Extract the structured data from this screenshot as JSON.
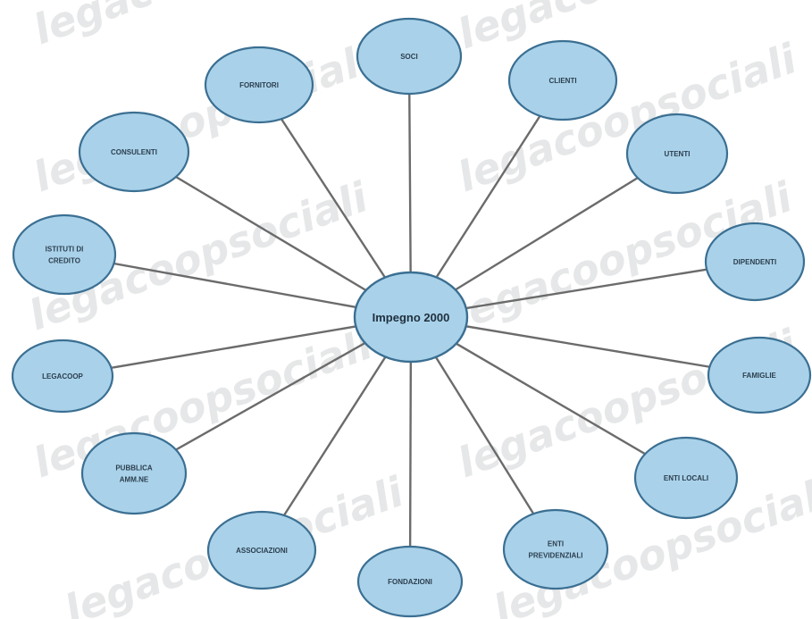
{
  "watermark": {
    "text": "legacoopsociali"
  },
  "diagram": {
    "center": {
      "label": "Impegno 2000"
    },
    "nodes": [
      {
        "id": "soci",
        "lines": [
          "SOCI"
        ]
      },
      {
        "id": "clienti",
        "lines": [
          "CLIENTI"
        ]
      },
      {
        "id": "utenti",
        "lines": [
          "UTENTI"
        ]
      },
      {
        "id": "dipendenti",
        "lines": [
          "DIPENDENTI"
        ]
      },
      {
        "id": "famiglie",
        "lines": [
          "FAMIGLIE"
        ]
      },
      {
        "id": "enti-locali",
        "lines": [
          "ENTI LOCALI"
        ]
      },
      {
        "id": "enti-previdenziali",
        "lines": [
          "ENTI",
          "PREVIDENZIALI"
        ]
      },
      {
        "id": "fondazioni",
        "lines": [
          "FONDAZIONI"
        ]
      },
      {
        "id": "associazioni",
        "lines": [
          "ASSOCIAZIONI"
        ]
      },
      {
        "id": "pubblica-amm-ne",
        "lines": [
          "PUBBLICA",
          "AMM.NE"
        ]
      },
      {
        "id": "legacoop",
        "lines": [
          "LEGACOOP"
        ]
      },
      {
        "id": "istituti-di-credito",
        "lines": [
          "ISTITUTI DI",
          "CREDITO"
        ]
      },
      {
        "id": "consulenti",
        "lines": [
          "CONSULENTI"
        ]
      },
      {
        "id": "fornitori",
        "lines": [
          "FORNITORI"
        ]
      }
    ]
  }
}
